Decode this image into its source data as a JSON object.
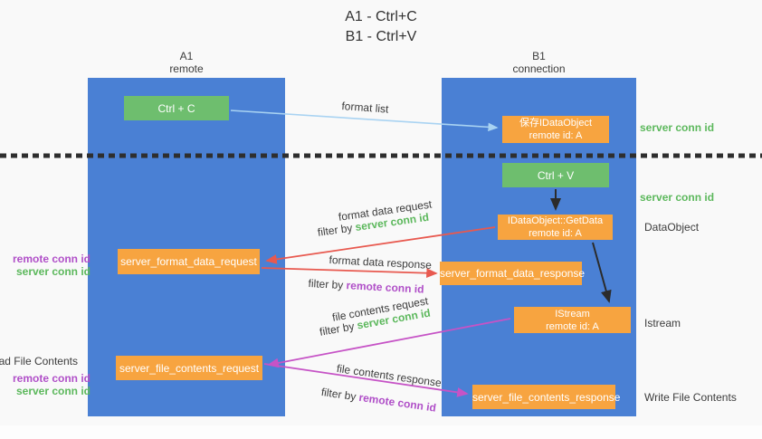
{
  "title": {
    "line1": "A1 - Ctrl+C",
    "line2": "B1 - Ctrl+V"
  },
  "lifelines": [
    {
      "name": "A1",
      "subtitle": "remote"
    },
    {
      "name": "B1",
      "subtitle": "connection"
    }
  ],
  "nodes": {
    "ctrl_c": "Ctrl + C",
    "ctrl_v": "Ctrl + V",
    "save_idataobject": {
      "title": "保存IDataObject",
      "subtitle": "remote id: A"
    },
    "getdata": {
      "title": "IDataObject::GetData",
      "subtitle": "remote id: A"
    },
    "istream": {
      "title": "IStream",
      "subtitle": "remote id: A"
    },
    "format_request": "server_format_data_request",
    "format_response": "server_format_data_response",
    "file_request": "server_file_contents_request",
    "file_response": "server_file_contents_response"
  },
  "labels": {
    "format_list": "format list",
    "server_conn_id": "server conn id",
    "remote_conn_id": "remote conn id",
    "filter_by": "filter by ",
    "dataobject": "DataObject",
    "istream": "Istream",
    "format_data_request": "format data request",
    "format_data_response": "format data response",
    "file_contents_request": "file contents request",
    "file_contents_response": "file contents response",
    "read_file_contents": "Read File Contents",
    "write_file_contents": "Write File Contents"
  },
  "colors": {
    "background": "#f9f9f9",
    "column_blue": "#4A80D4",
    "box_orange": "#F7A440",
    "box_green": "#6EBE6E",
    "text_green": "#5CB85C",
    "text_purple": "#B04FC8",
    "text_dark": "#3C3C3C",
    "arrow_red": "#E8594F",
    "arrow_magenta": "#C653C6",
    "arrow_lightblue": "#A9D3F2",
    "arrow_black": "#2B2B2B",
    "dotted_line": "#2E2E2E"
  }
}
